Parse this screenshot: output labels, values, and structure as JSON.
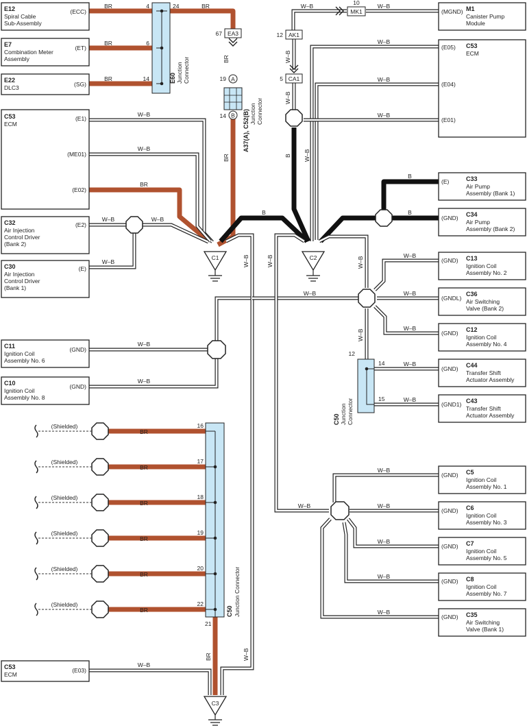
{
  "colors": {
    "br": "#b0522f",
    "b": "#111111",
    "jc_fill": "#c8e6f5",
    "line": "#222222"
  },
  "wire_labels": {
    "br": "BR",
    "wb": "W–B",
    "b": "B",
    "shielded": "(Shielded)"
  },
  "components": {
    "e12": {
      "code": "E12",
      "l1": "Spiral Cable",
      "l2": "Sub-Assembly",
      "pin": "(ECC)"
    },
    "e7": {
      "code": "E7",
      "l1": "Combination Meter",
      "l2": "Assembly",
      "pin": "(ET)"
    },
    "e22": {
      "code": "E22",
      "l1": "DLC3",
      "pin": "(SG)"
    },
    "c53a": {
      "code": "C53",
      "l1": "ECM",
      "pins": [
        "(E1)",
        "(ME01)",
        "(E02)"
      ]
    },
    "c32": {
      "code": "C32",
      "l1": "Air Injection",
      "l2": "Control Driver",
      "l3": "(Bank 2)",
      "pin": "(E2)"
    },
    "c30": {
      "code": "C30",
      "l1": "Air Injection",
      "l2": "Control Driver",
      "l3": "(Bank 1)",
      "pin": "(E)"
    },
    "c11": {
      "code": "C11",
      "l1": "Ignition Coil",
      "l2": "Assembly No. 6",
      "pin": "(GND)"
    },
    "c10": {
      "code": "C10",
      "l1": "Ignition Coil",
      "l2": "Assembly No. 8",
      "pin": "(GND)"
    },
    "c53c": {
      "code": "C53",
      "l1": "ECM",
      "pin": "(E03)"
    },
    "m1": {
      "code": "M1",
      "l1": "Canister Pump",
      "l2": "Module",
      "pin": "(MGND)"
    },
    "c53b": {
      "code": "C53",
      "l1": "ECM",
      "pins": [
        "(E05)",
        "(E04)",
        "(E01)"
      ]
    },
    "c33": {
      "code": "C33",
      "l1": "Air Pump",
      "l2": "Assembly (Bank 1)",
      "pin": "(E)"
    },
    "c34": {
      "code": "C34",
      "l1": "Air Pump",
      "l2": "Assembly (Bank 2)",
      "pin": "(GND)"
    },
    "c13": {
      "code": "C13",
      "l1": "Ignition Coil",
      "l2": "Assembly No. 2",
      "pin": "(GND)"
    },
    "c36": {
      "code": "C36",
      "l1": "Air Switching",
      "l2": "Valve (Bank 2)",
      "pin": "(GNDL)"
    },
    "c12": {
      "code": "C12",
      "l1": "Ignition Coil",
      "l2": "Assembly No. 4",
      "pin": "(GND)"
    },
    "c44": {
      "code": "C44",
      "l1": "Transfer Shift",
      "l2": "Actuator Assembly",
      "pin": "(GND)"
    },
    "c43": {
      "code": "C43",
      "l1": "Transfer Shift",
      "l2": "Actuator Assembly",
      "pin": "(GND1)"
    },
    "c5": {
      "code": "C5",
      "l1": "Ignition Coil",
      "l2": "Assembly No. 1",
      "pin": "(GND)"
    },
    "c6": {
      "code": "C6",
      "l1": "Ignition Coil",
      "l2": "Assembly No. 3",
      "pin": "(GND)"
    },
    "c7": {
      "code": "C7",
      "l1": "Ignition Coil",
      "l2": "Assembly No. 5",
      "pin": "(GND)"
    },
    "c8": {
      "code": "C8",
      "l1": "Ignition Coil",
      "l2": "Assembly No. 7",
      "pin": "(GND)"
    },
    "c35": {
      "code": "C35",
      "l1": "Air Switching",
      "l2": "Valve (Bank 1)",
      "pin": "(GND)"
    }
  },
  "junctions": {
    "e60": {
      "code": "E60",
      "l1": "Junction",
      "l2": "Connector",
      "pins": [
        "4",
        "24",
        "6",
        "14"
      ]
    },
    "a37": {
      "code": "A37(A), C52(B)",
      "l1": "Junction",
      "l2": "Connector",
      "pins": [
        "19",
        "14"
      ],
      "sides": [
        "A",
        "B"
      ]
    },
    "c50a": {
      "code": "C50",
      "l1": "Junction",
      "l2": "Connector",
      "pins": [
        "12",
        "14",
        "15"
      ]
    },
    "c50b": {
      "code": "C50",
      "l1": "Junction Connector",
      "pins": [
        "16",
        "17",
        "18",
        "19",
        "20",
        "22",
        "21"
      ]
    }
  },
  "inline_connectors": {
    "ea3": {
      "name": "EA3",
      "pin": "67"
    },
    "mk1": {
      "name": "MK1",
      "pin": "10"
    },
    "ak1": {
      "name": "AK1",
      "pin": "12"
    },
    "ca1": {
      "name": "CA1",
      "pin": "5"
    }
  },
  "grounds": [
    "C1",
    "C2",
    "C3"
  ]
}
